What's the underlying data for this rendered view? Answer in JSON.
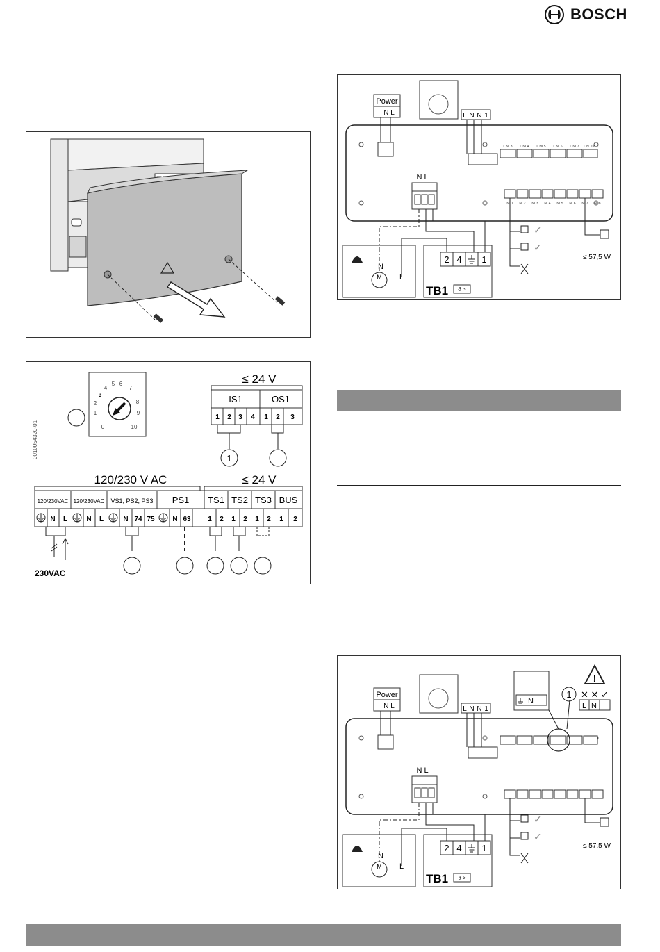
{
  "header": {
    "brand": "BOSCH"
  },
  "figure_dial": {
    "side_code": "0010054320-01",
    "low_voltage_top": "≤ 24 V",
    "is_group": "IS1",
    "os_group": "OS1",
    "is_terminals": [
      "1",
      "2",
      "3",
      "4"
    ],
    "os_terminals": [
      "1",
      "2",
      "3"
    ],
    "callout_1": "1",
    "dial_numbers": [
      "0",
      "1",
      "2",
      "3",
      "4",
      "5",
      "6",
      "7",
      "8",
      "9",
      "10"
    ],
    "high_voltage_label": "120/230 V AC",
    "low_voltage_bottom": "≤ 24 V",
    "groups": [
      "120/230VAC",
      "120/230VAC",
      "VS1, PS2, PS3",
      "PS1",
      "TS1",
      "TS2",
      "TS3",
      "BUS"
    ],
    "terminals": [
      "N",
      "L",
      "N",
      "L",
      "N",
      "74",
      "75",
      "N",
      "63",
      "1",
      "2",
      "1",
      "2",
      "1",
      "2",
      "1",
      "2"
    ],
    "supply_label": "230VAC"
  },
  "figure_wiring_1": {
    "power_label": "Power",
    "power_terminals": "N L",
    "relay_terminals": [
      "L",
      "N",
      "N",
      "1"
    ],
    "module_terminals": "N L",
    "pump_n": "N",
    "pump_l": "L",
    "motor": "M",
    "tb1_terminals": [
      "2",
      "4",
      "1"
    ],
    "tb1_label": "TB1",
    "tb1_symbol": "ϑ >",
    "power_limit": "≤ 57,5 W",
    "top_terminal_labels": [
      "L NL3",
      "L NL4",
      "L NL5",
      "L NL6",
      "L NL7",
      "L N",
      "L8"
    ],
    "bottom_terminal_labels": [
      "NL1",
      "NL2",
      "NL3",
      "NL4",
      "NL5",
      "NL6",
      "NL7",
      "NL8"
    ]
  },
  "figure_wiring_2": {
    "callout_1": "1",
    "cross_marks": "✕ ✕ ✓",
    "ln_terminals": [
      "L",
      "N"
    ],
    "n_terminal": "N"
  }
}
